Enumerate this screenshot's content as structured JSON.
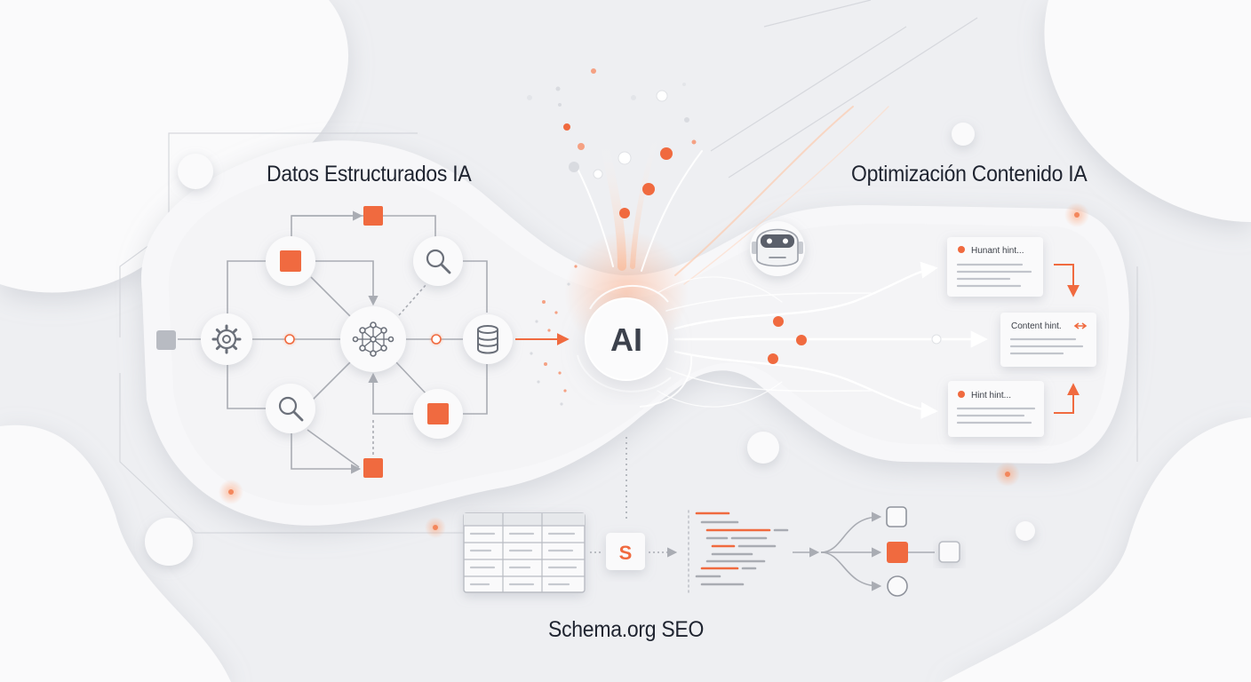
{
  "labels": {
    "left_title": "Datos Estructurados IA",
    "right_title": "Optimización Contenido IA",
    "bottom_title": "Schema.org SEO"
  },
  "hub": {
    "label": "AI"
  },
  "schema_badge": {
    "label": "S"
  },
  "content_cards": [
    {
      "label": "Hunant hint..."
    },
    {
      "label": "Content hint."
    },
    {
      "label": "Hint hint..."
    }
  ],
  "icons": {
    "left_nodes": [
      "gear-icon",
      "neural-network-icon",
      "database-icon",
      "search-icon",
      "search-icon"
    ],
    "robot": "robot-icon"
  },
  "colors": {
    "accent": "#f06a3f",
    "background": "#eeeff2",
    "node_fill": "#fafafb",
    "line": "#a9acb3",
    "text": "#1f2430"
  }
}
